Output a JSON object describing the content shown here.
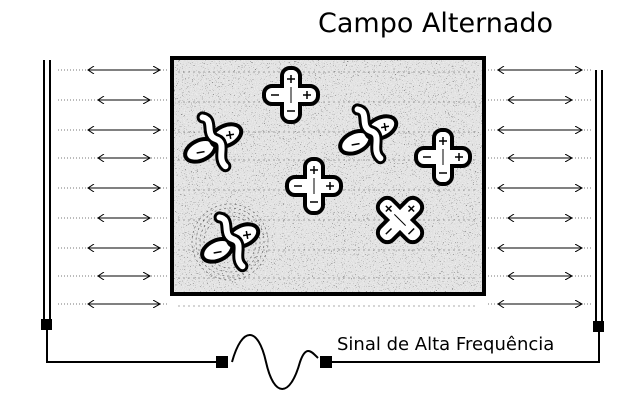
{
  "diagram": {
    "title": "Campo Alternado",
    "signal_label": "Sinal de Alta Frequência",
    "colors": {
      "ink": "#000000",
      "paper": "#ffffff",
      "noise": "#9a9a9a"
    },
    "icons": [
      "plate-electrode",
      "field-arrow",
      "molecule-dipole",
      "sine-wave-source"
    ]
  }
}
